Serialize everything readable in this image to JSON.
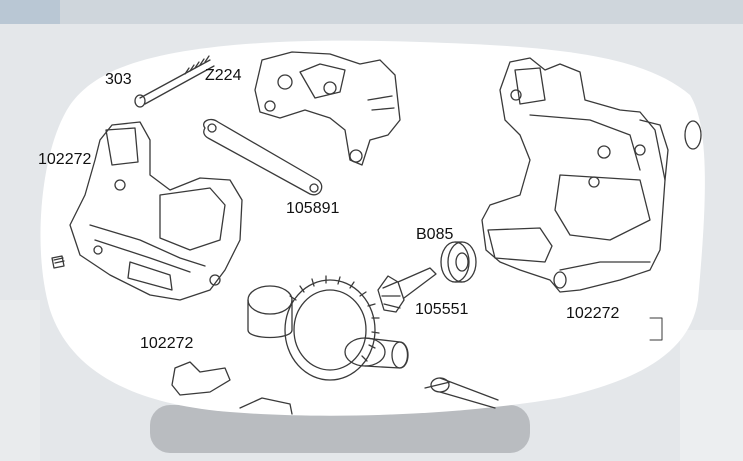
{
  "parts": {
    "screw_partial": "303",
    "spring_pin": "Z224",
    "bulkhead_left": "102272",
    "link": "105891",
    "bearing": "B085",
    "pinion": "105551",
    "bulkhead_right": "102272",
    "bulkhead_bottom": "102272"
  },
  "colors": {
    "line": "#3a3a3a",
    "paper": "#ffffff",
    "backdrop": "#dfe3e6"
  }
}
